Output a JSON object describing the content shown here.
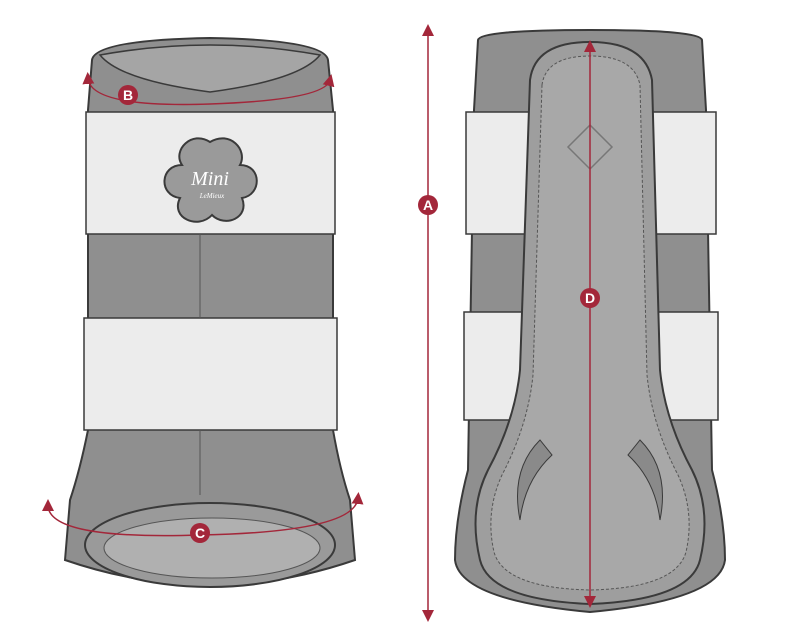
{
  "diagram": {
    "measurement_labels": {
      "a": "A",
      "b": "B",
      "c": "C",
      "d": "D"
    },
    "logo": {
      "line1": "Mini",
      "line2": "LeMieux"
    },
    "colors": {
      "accent": "#a3273a",
      "boot_gray": "#8f8f8f",
      "strap_white": "#ececec",
      "outline": "#3a3a3a"
    }
  }
}
